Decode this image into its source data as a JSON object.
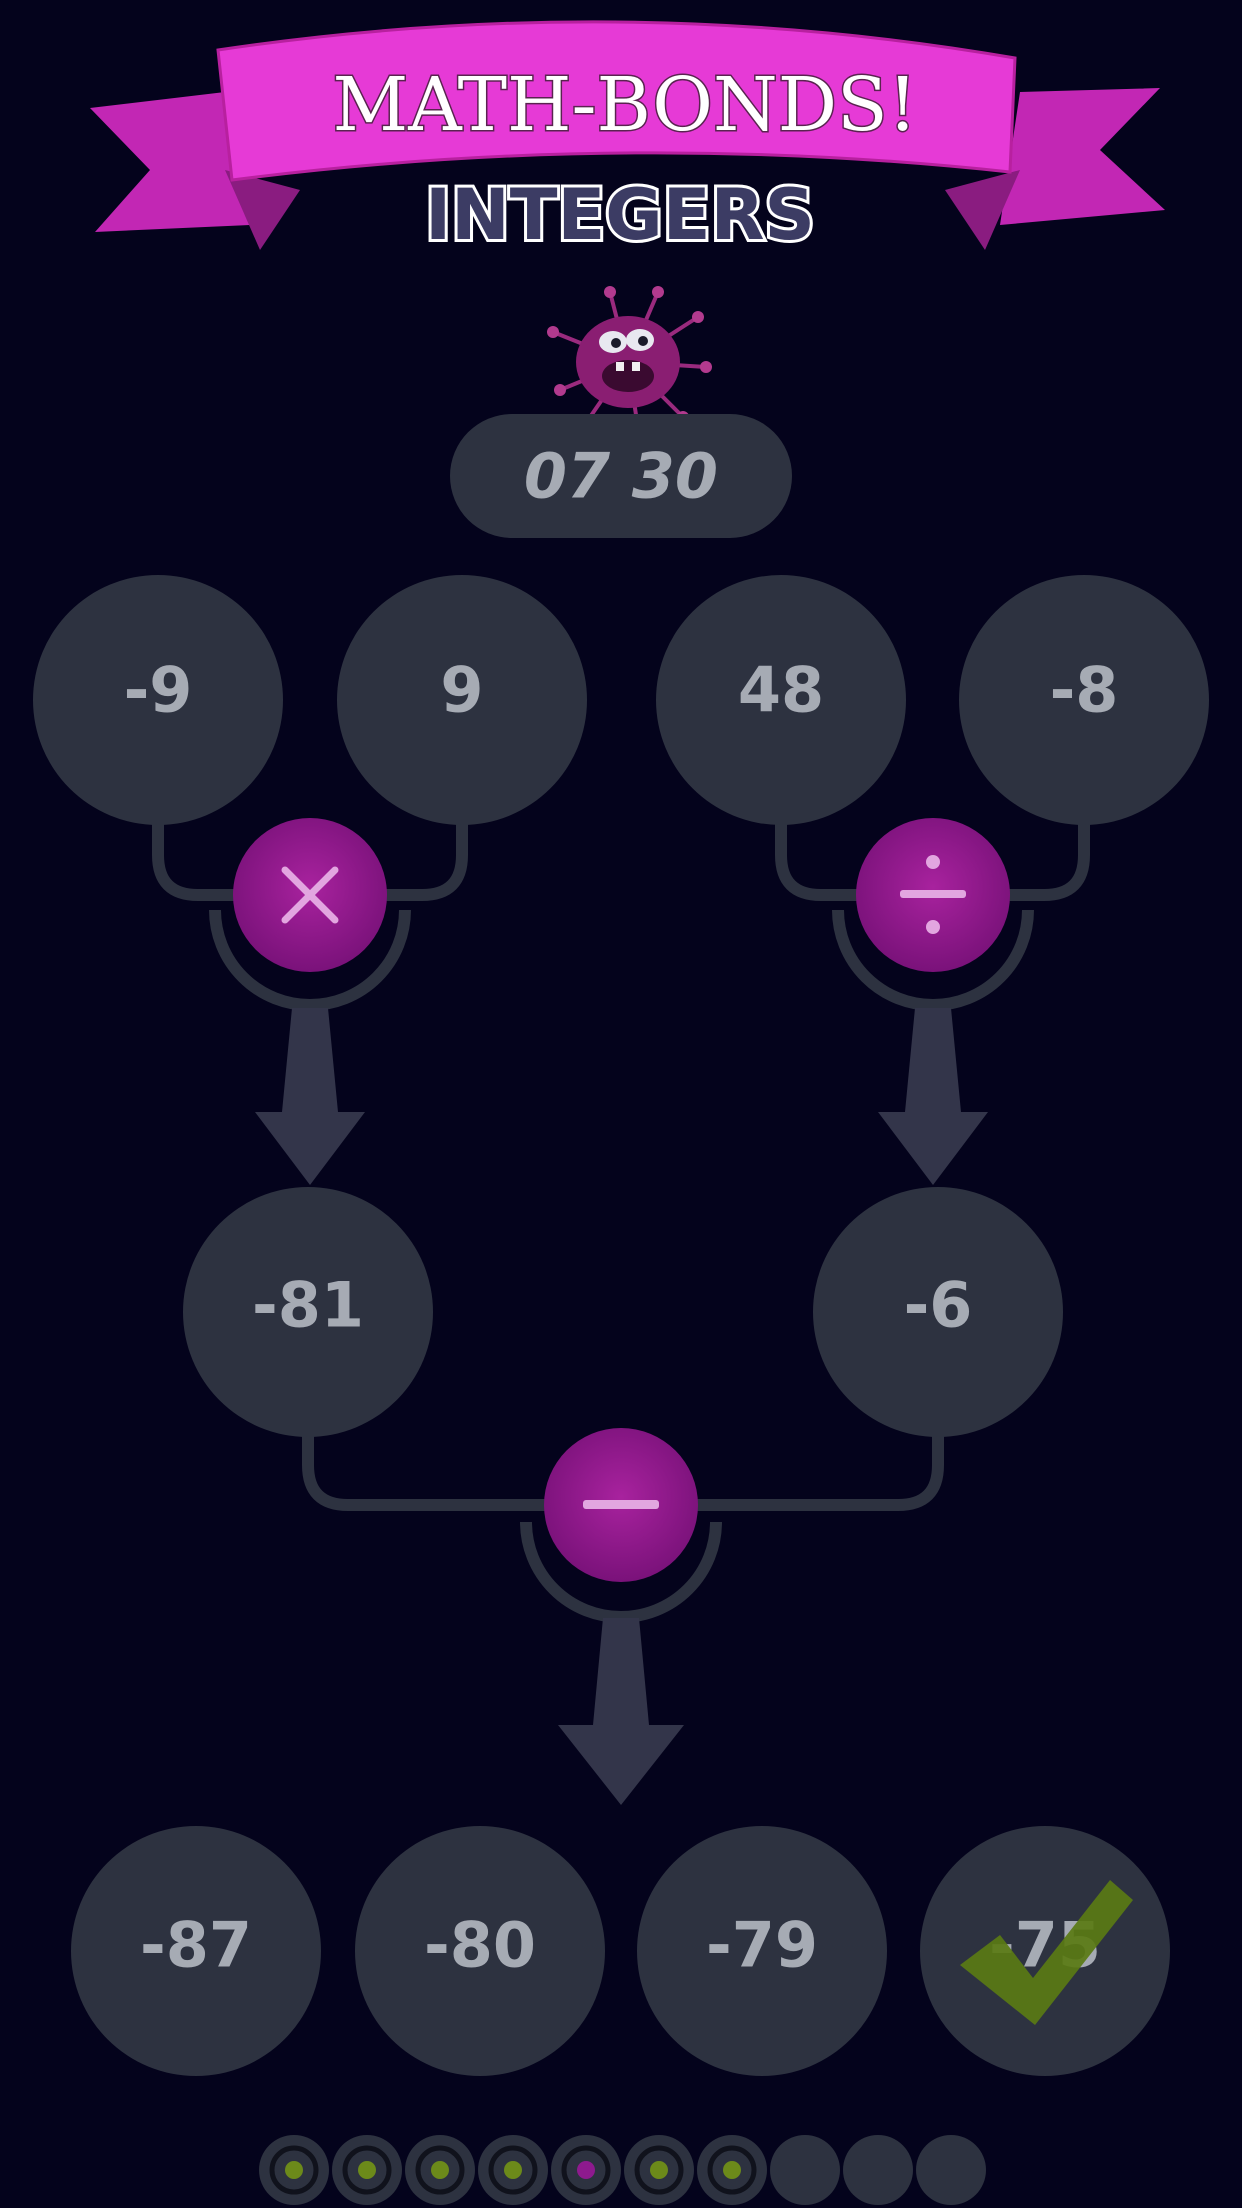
{
  "title": "MATH-BONDS!",
  "subtitle": "INTEGERS",
  "timer": "07 30",
  "mascot_icon": "virus-monster-icon",
  "colors": {
    "background": "#04031c",
    "bubble": "#2d3240",
    "number_text": "#a6abb4",
    "operator": "#8e1a8e",
    "ribbon": "#e63ad6",
    "check": "#5a7a14",
    "progress_done_dot": "#6c8a1a",
    "progress_current_dot": "#8e1a8e"
  },
  "top_numbers": [
    "-9",
    "9",
    "48",
    "-8"
  ],
  "operators": {
    "left": "×",
    "right": "÷",
    "center": "—"
  },
  "intermediate": {
    "left": "-81",
    "right": "-6"
  },
  "answers": [
    {
      "label": "-87",
      "selected": false
    },
    {
      "label": "-80",
      "selected": false
    },
    {
      "label": "-79",
      "selected": false
    },
    {
      "label": "-75",
      "selected": true
    }
  ],
  "progress": [
    "done",
    "done",
    "done",
    "done",
    "current",
    "done",
    "done",
    "empty",
    "empty",
    "empty"
  ]
}
